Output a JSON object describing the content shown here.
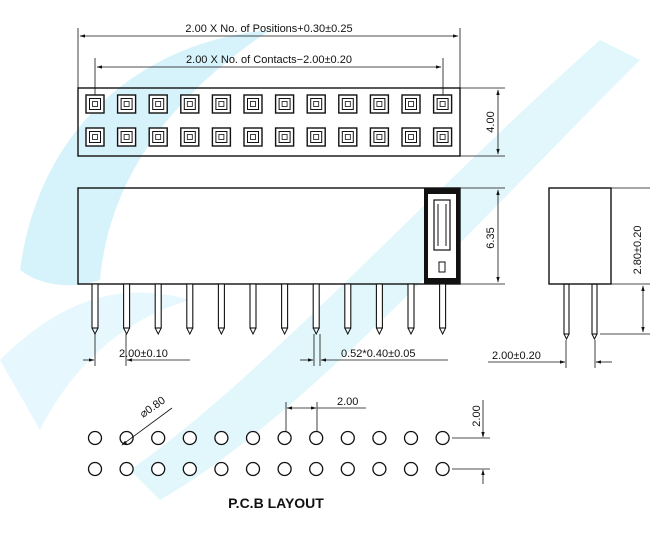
{
  "drawing": {
    "title": "P.C.B  LAYOUT",
    "dimensions": {
      "overall_length": "2.00 X No. of Positions+0.30±0.25",
      "contact_span": "2.00 X No. of Contacts−2.00±0.20",
      "body_width": "4.00",
      "body_height": "6.35",
      "pin_pitch": "2.00±0.10",
      "pin_section": "0.52*0.40±0.05",
      "side_pitch": "2.00±0.20",
      "side_tail": "2.80±0.20",
      "hole_diameter": "⌀0.80",
      "pcb_pitch_x": "2.00",
      "pcb_pitch_y": "2.00"
    },
    "positions_per_row": 12,
    "rows": 2,
    "colors": {
      "watermark": "#d6f3fb",
      "line": "#111111"
    }
  }
}
